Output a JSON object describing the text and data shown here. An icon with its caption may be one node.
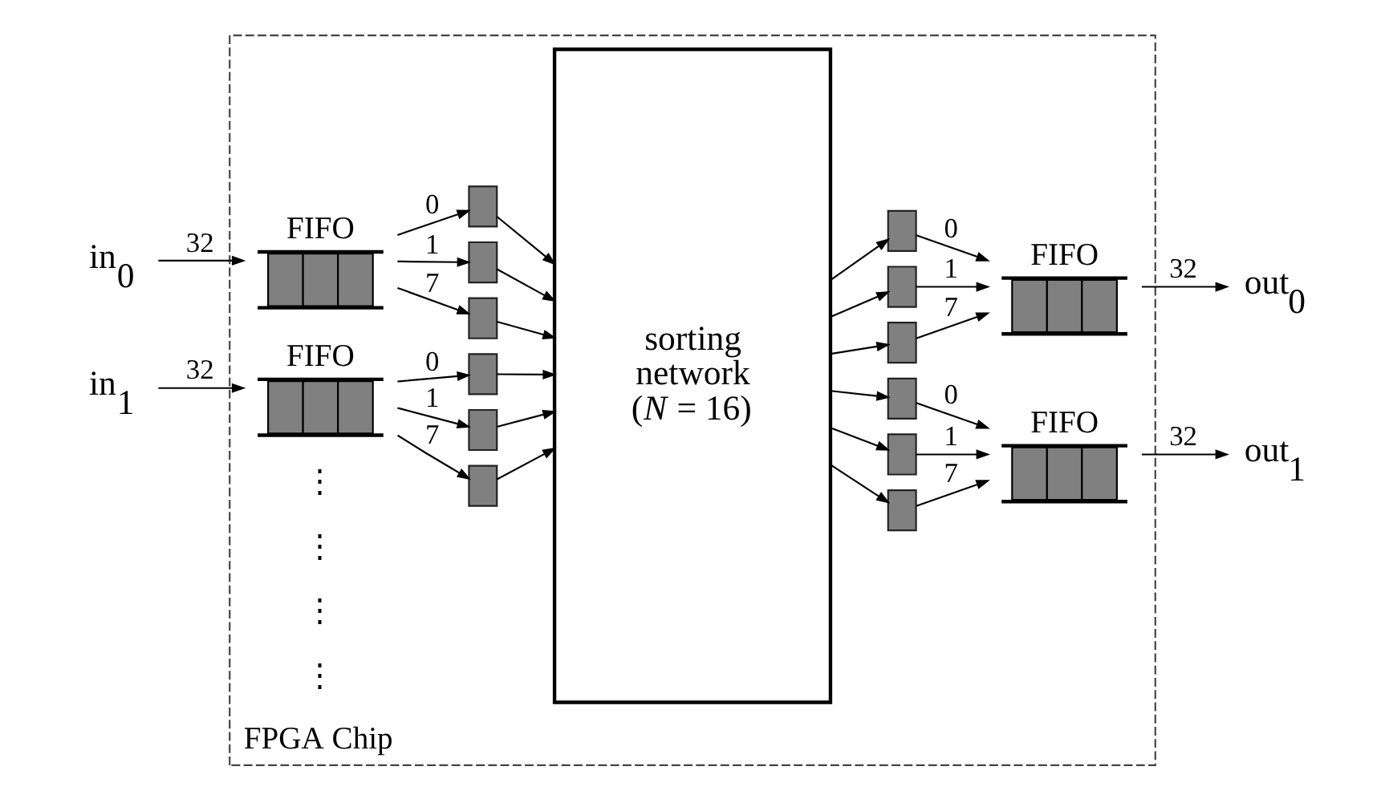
{
  "diagram": {
    "nodes": [
      {
        "text": [
          "FPGA Chip"
        ]
      },
      {
        "text": [
          "in$_{0}$"
        ]
      },
      {
        "text": [
          "FIFO"
        ],
        "in": 0
      },
      {
        "text": [],
        "shape": "box",
        "in": 0
      },
      {
        "text": [],
        "shape": "box",
        "in": 0
      },
      {
        "text": [],
        "shape": "box",
        "in": 0
      },
      {
        "text": [
          "sorting network (*N* = 16)"
        ],
        "in": 0
      },
      {
        "text": [],
        "shape": "box",
        "in": 0
      },
      {
        "text": [],
        "shape": "box",
        "in": 0
      },
      {
        "text": [],
        "shape": "box",
        "in": 0
      },
      {
        "text": [
          "FIFO"
        ],
        "in": 0
      },
      {
        "text": [
          "out$_{0}$"
        ]
      },
      {
        "text": [
          "in$_{1}$"
        ]
      },
      {
        "text": [
          "FIFO"
        ],
        "in": 0
      },
      {
        "text": [],
        "shape": "box",
        "in": 0
      },
      {
        "text": [],
        "shape": "box",
        "in": 0
      },
      {
        "text": [],
        "shape": "box",
        "in": 0
      },
      {
        "text": [],
        "shape": "box",
        "in": 0
      },
      {
        "text": [],
        "shape": "box",
        "in": 0
      },
      {
        "text": [],
        "shape": "box",
        "in": 0
      },
      {
        "text": [
          "FIFO"
        ],
        "in": 0
      },
      {
        "text": [
          "out$_{1}$"
        ]
      }
    ],
    "edges": [
      {
        "from": 1,
        "to": 2,
        "arrow": "to",
        "label": "32"
      },
      {
        "from": 2,
        "to": 3,
        "arrow": "to",
        "label": "7"
      },
      {
        "from": 2,
        "to": 4,
        "arrow": "to",
        "label": "1"
      },
      {
        "from": 2,
        "to": 5,
        "arrow": "to",
        "label": "0"
      },
      {
        "from": 3,
        "to": 6,
        "arrow": "to"
      },
      {
        "from": 4,
        "to": 6,
        "arrow": "to"
      },
      {
        "from": 5,
        "to": 6,
        "arrow": "to"
      },
      {
        "from": 6,
        "to": 7,
        "arrow": "to"
      },
      {
        "from": 6,
        "to": 8,
        "arrow": "to"
      },
      {
        "from": 6,
        "to": 9,
        "arrow": "to"
      },
      {
        "from": 7,
        "to": 10,
        "arrow": "to",
        "label": "7"
      },
      {
        "from": 8,
        "to": 10,
        "arrow": "to",
        "label": "1"
      },
      {
        "from": 9,
        "to": 10,
        "arrow": "to",
        "label": "0"
      },
      {
        "from": 10,
        "to": 11,
        "arrow": "to",
        "label": "32"
      },
      {
        "from": 12,
        "to": 13,
        "arrow": "to",
        "label": "32"
      },
      {
        "from": 13,
        "to": 14,
        "arrow": "to",
        "label": "7"
      },
      {
        "from": 13,
        "to": 15,
        "arrow": "to",
        "label": "1"
      },
      {
        "from": 13,
        "to": 16,
        "arrow": "to",
        "label": "0"
      },
      {
        "from": 14,
        "to": 6,
        "arrow": "to"
      },
      {
        "from": 15,
        "to": 6,
        "arrow": "to"
      },
      {
        "from": 16,
        "to": 6,
        "arrow": "to"
      },
      {
        "from": 6,
        "to": 17,
        "arrow": "to"
      },
      {
        "from": 6,
        "to": 18,
        "arrow": "to"
      },
      {
        "from": 6,
        "to": 19,
        "arrow": "to"
      },
      {
        "from": 17,
        "to": 20,
        "arrow": "to",
        "label": "7"
      },
      {
        "from": 18,
        "to": 20,
        "arrow": "to",
        "label": "1"
      },
      {
        "from": 19,
        "to": 20,
        "arrow": "to",
        "label": "0"
      },
      {
        "from": 20,
        "to": 21,
        "arrow": "to",
        "label": "32"
      }
    ],
    "labels": [
      "⋮",
      "⋮",
      "⋮",
      "⋮"
    ]
  }
}
